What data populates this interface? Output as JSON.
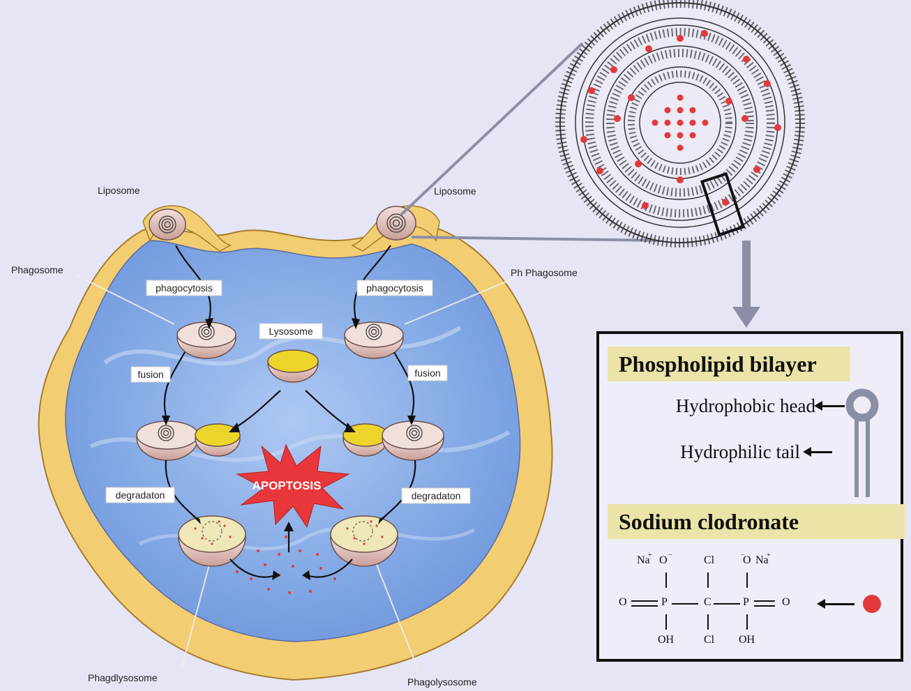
{
  "labels": {
    "liposome_left": "Liposome",
    "liposome_right": "Liposome",
    "phagosome_left": "Phagosome",
    "phagosome_right": "Ph Phagosome",
    "phagocytosis_left": "phagocytosis",
    "phagocytosis_right": "phagocytosis",
    "lysosome": "Lysosome",
    "fusion_left": "fusion",
    "fusion_right": "fusion",
    "degradation_left": "degradaton",
    "degradation_right": "degradaton",
    "apoptosis": "APOPTOSIS",
    "phagolysosome_left": "Phagdlysosome",
    "phagolysosome_right": "Phagolysosome"
  },
  "legend": {
    "bilayer_title": "Phospholipid bilayer",
    "head_label": "Hydrophobic head",
    "tail_label": "Hydrophilic tail",
    "clodronate_title": "Sodium clodronate",
    "formula": {
      "top_na1": "Na",
      "top_o1": "O",
      "top_cl": "Cl",
      "top_o2": "O",
      "top_na2": "Na",
      "mid_o_left": "O",
      "mid_p1": "P",
      "mid_c": "C",
      "mid_p2": "P",
      "mid_o_right": "O",
      "bot_oh1": "OH",
      "bot_cl": "Cl",
      "bot_oh2": "OH"
    }
  },
  "colors": {
    "cell_blue": "#8fb4ea",
    "membrane_yellow": "#f3cd72",
    "apoptosis_red": "#e8373a",
    "drug_red": "#e23a3a",
    "vesicle_pink": "#e9cfc9",
    "lysosome_yellow": "#ecd52a"
  }
}
